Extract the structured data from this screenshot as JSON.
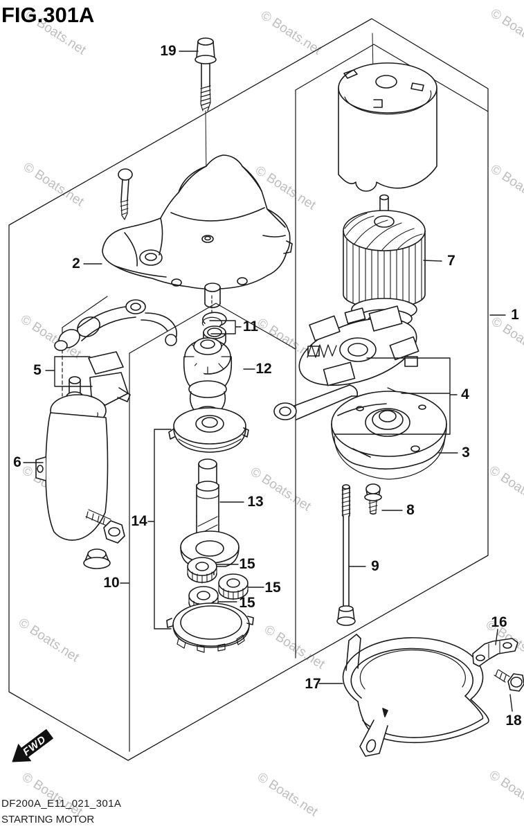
{
  "title": "FIG.301A",
  "watermark": {
    "text": "© Boats.net"
  },
  "fwd": {
    "label": "FWD"
  },
  "footer": {
    "code": "DF200A_E11_021_301A",
    "caption": "STARTING MOTOR"
  },
  "labels": {
    "p1": "1",
    "p2": "2",
    "p3": "3",
    "p4": "4",
    "p5": "5",
    "p6": "6",
    "p7": "7",
    "p8": "8",
    "p9": "9",
    "p10": "10",
    "p11": "11",
    "p12": "12",
    "p13": "13",
    "p14": "14",
    "p15": "15",
    "p16": "16",
    "p17": "17",
    "p18": "18",
    "p19": "19"
  }
}
